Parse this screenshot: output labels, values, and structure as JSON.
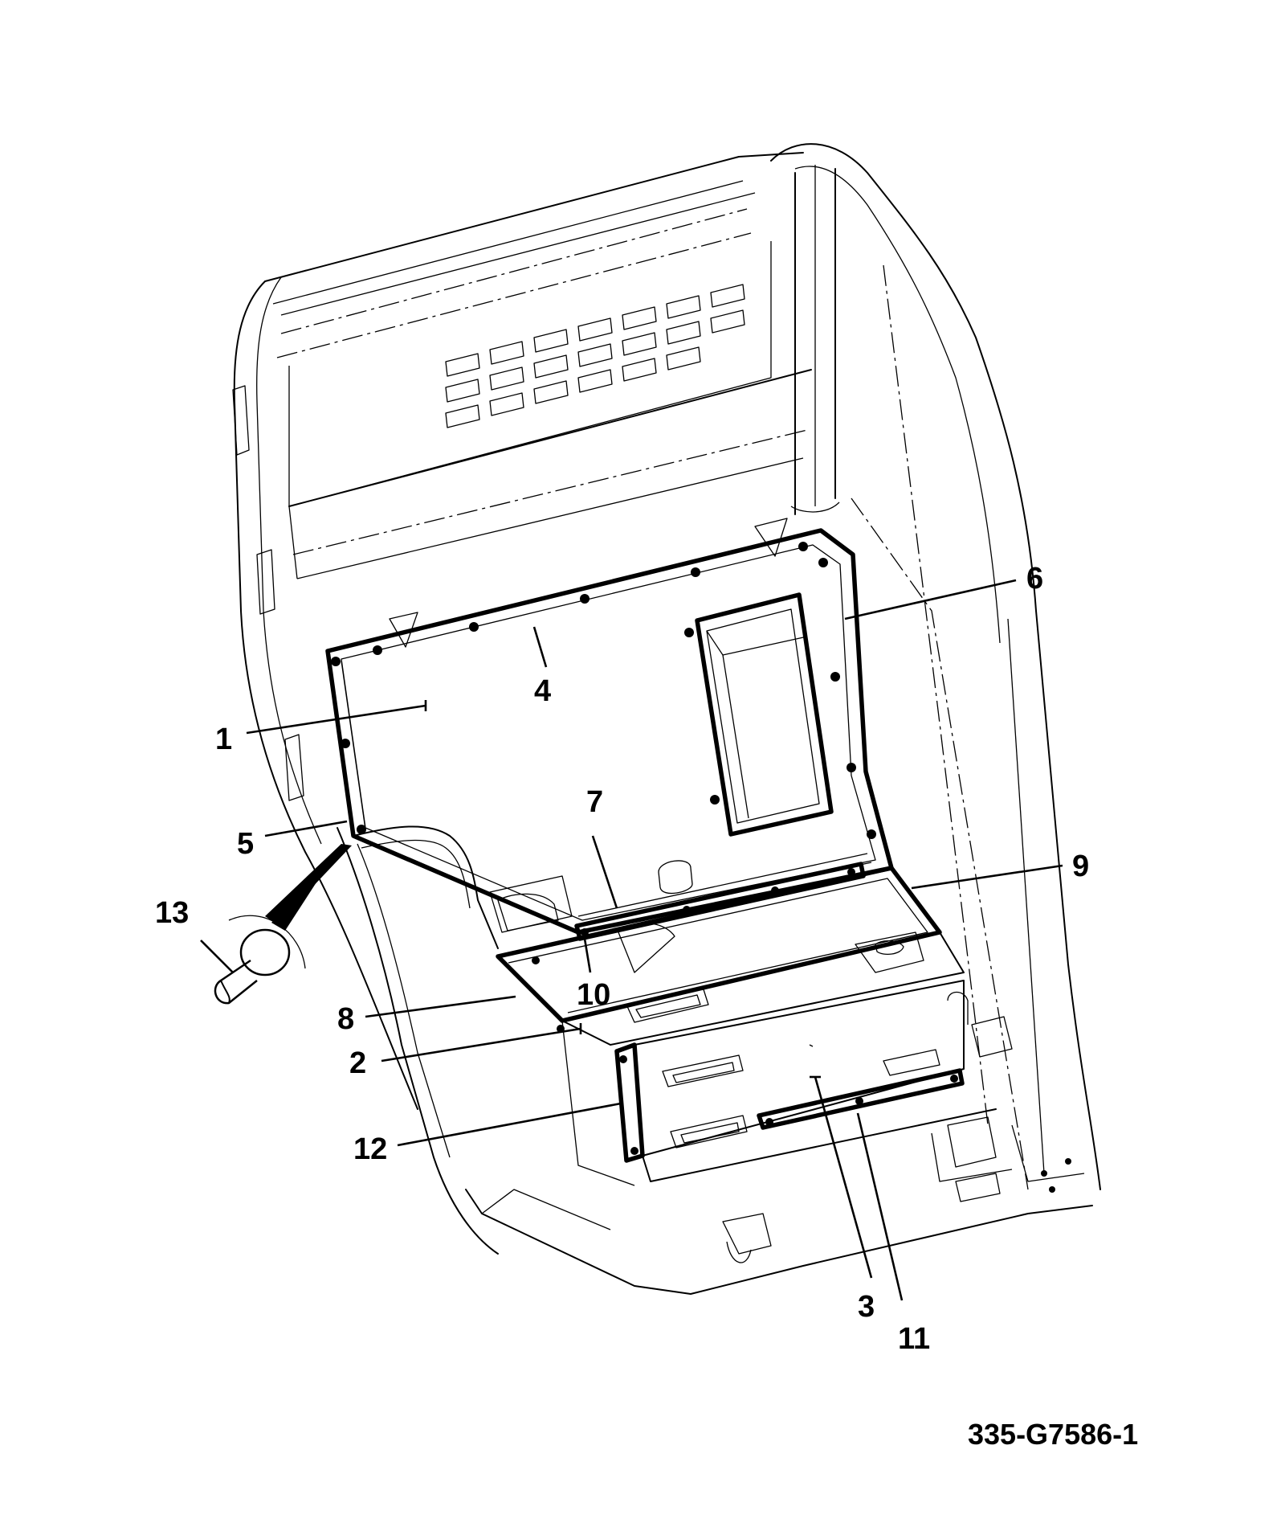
{
  "drawing_number": "335-G7586-1",
  "callouts": [
    {
      "id": "callout-1",
      "label": "1"
    },
    {
      "id": "callout-2",
      "label": "2"
    },
    {
      "id": "callout-3",
      "label": "3"
    },
    {
      "id": "callout-4",
      "label": "4"
    },
    {
      "id": "callout-5",
      "label": "5"
    },
    {
      "id": "callout-6",
      "label": "6"
    },
    {
      "id": "callout-7",
      "label": "7"
    },
    {
      "id": "callout-8",
      "label": "8"
    },
    {
      "id": "callout-9",
      "label": "9"
    },
    {
      "id": "callout-10",
      "label": "10"
    },
    {
      "id": "callout-11",
      "label": "11"
    },
    {
      "id": "callout-12",
      "label": "12"
    },
    {
      "id": "callout-13",
      "label": "13"
    }
  ]
}
